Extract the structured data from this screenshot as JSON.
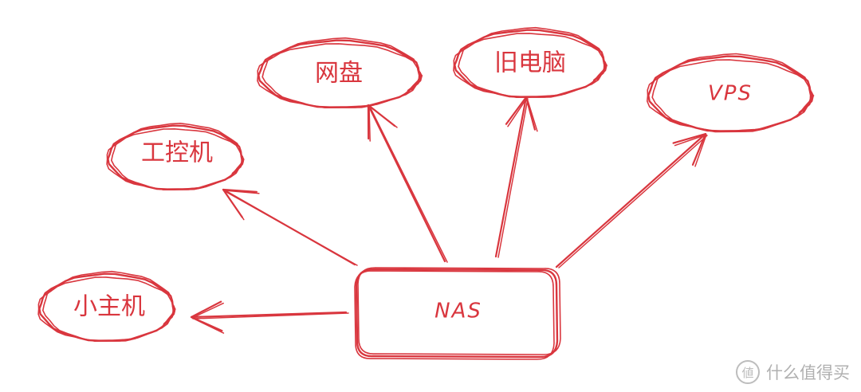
{
  "colors": {
    "stroke": "#d9363e",
    "text": "#d9363e",
    "watermark": "#b0b0b0"
  },
  "diagram": {
    "center": {
      "label": "NAS"
    },
    "nodes": [
      {
        "id": "mini-pc",
        "label": "小主机"
      },
      {
        "id": "industrial-pc",
        "label": "工控机"
      },
      {
        "id": "cloud-drive",
        "label": "网盘"
      },
      {
        "id": "old-computer",
        "label": "旧电脑"
      },
      {
        "id": "vps",
        "label": "VPS"
      }
    ]
  },
  "watermark": {
    "icon": "zhide-icon",
    "text": "什么值得买"
  }
}
